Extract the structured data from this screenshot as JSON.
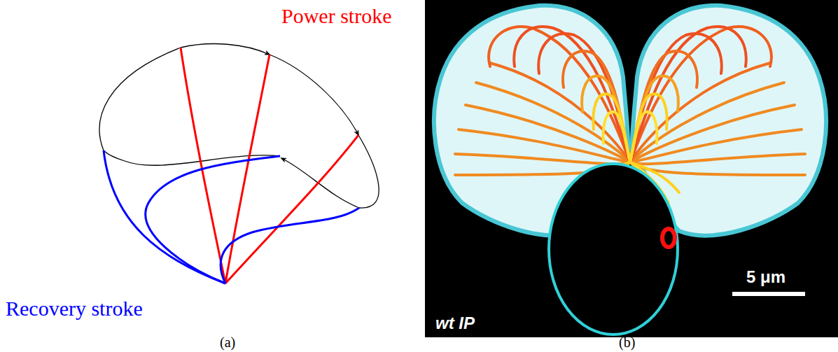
{
  "diagram": {
    "labels": [
      "Power stroke",
      "Recovery stroke",
      "wt IP",
      "5 μm",
      "(a)",
      "(b)"
    ]
  }
}
